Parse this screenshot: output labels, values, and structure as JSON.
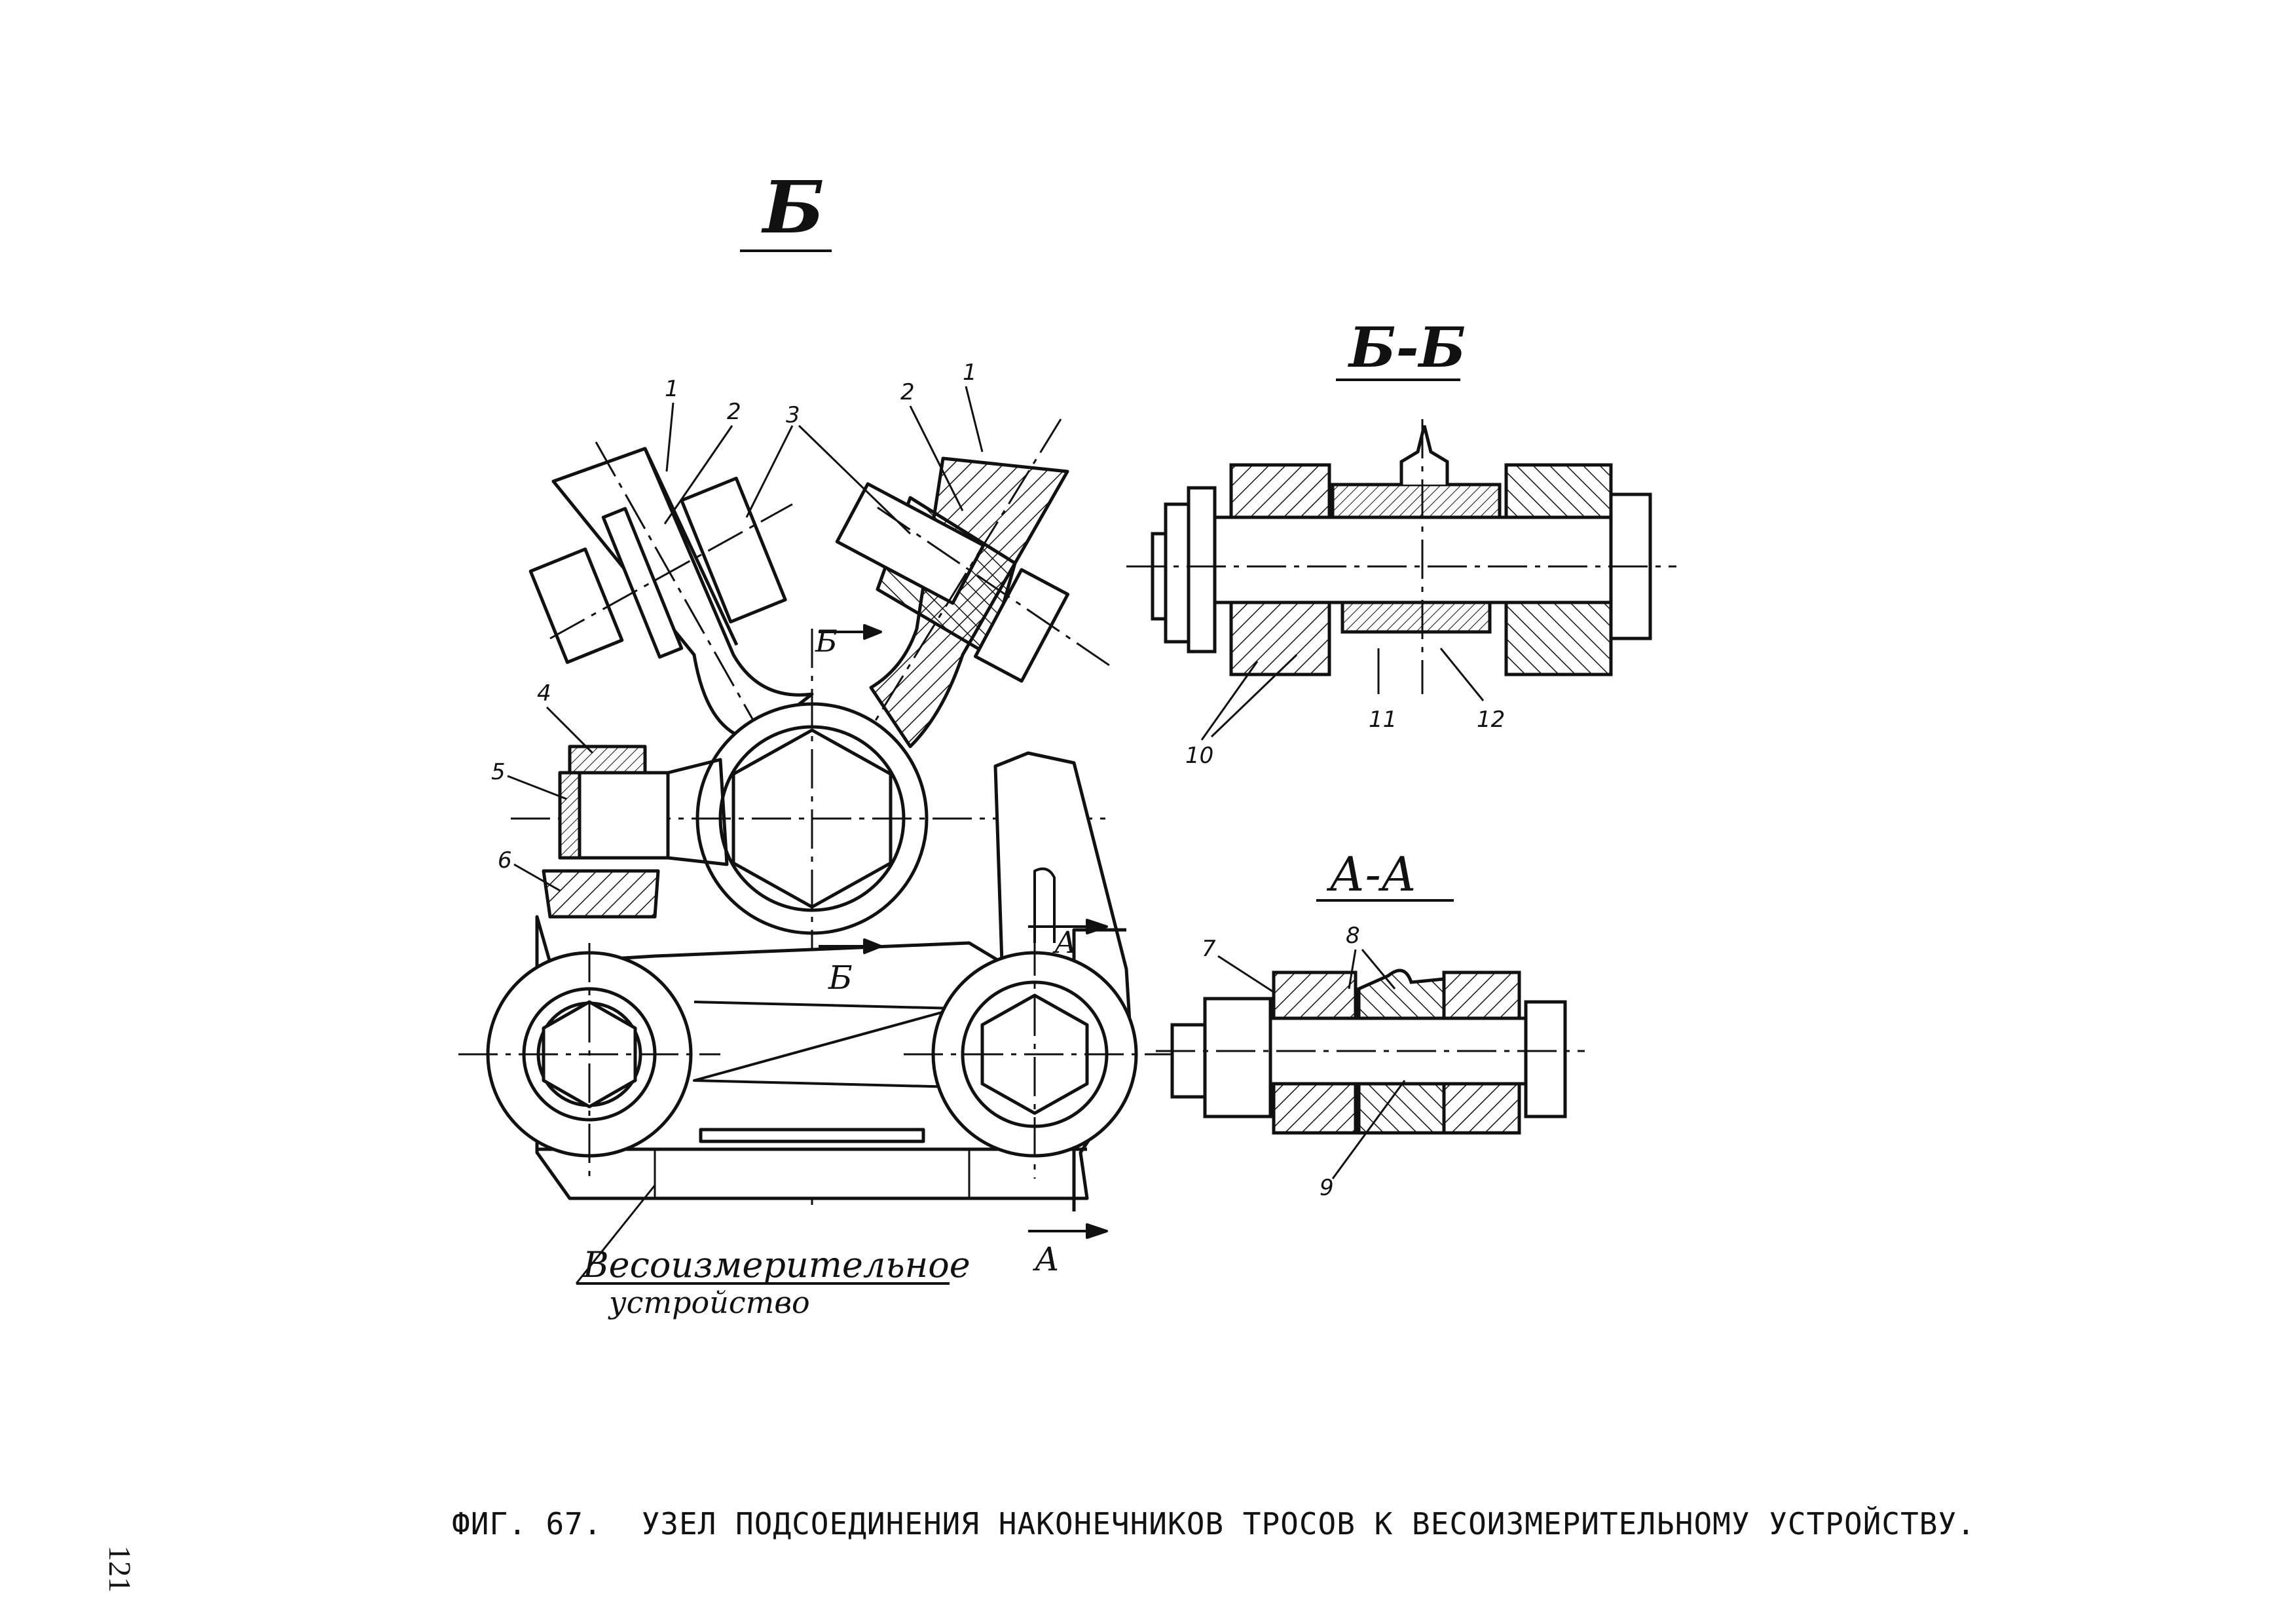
{
  "view_labels": {
    "main_view": "Б",
    "section_bb": "Б-Б",
    "section_aa": "А-А"
  },
  "section_markers": {
    "b_top": "Б",
    "b_bottom": "Б",
    "a_top": "А",
    "a_bottom": "А"
  },
  "callouts": [
    "1",
    "2",
    "3",
    "1",
    "2",
    "4",
    "5",
    "6",
    "7",
    "8",
    "9",
    "10",
    "11",
    "12"
  ],
  "device_label": {
    "line1": "Весоизмерительное",
    "line2": "устройство"
  },
  "caption": {
    "figure": "ФИГ. 67.",
    "title": "УЗЕЛ ПОДСОЕДИНЕНИЯ НАКОНЕЧНИКОВ ТРОСОВ К ВЕСОИЗМЕРИТЕЛЬНОМУ УСТРОЙСТВУ."
  },
  "page_number": "121"
}
